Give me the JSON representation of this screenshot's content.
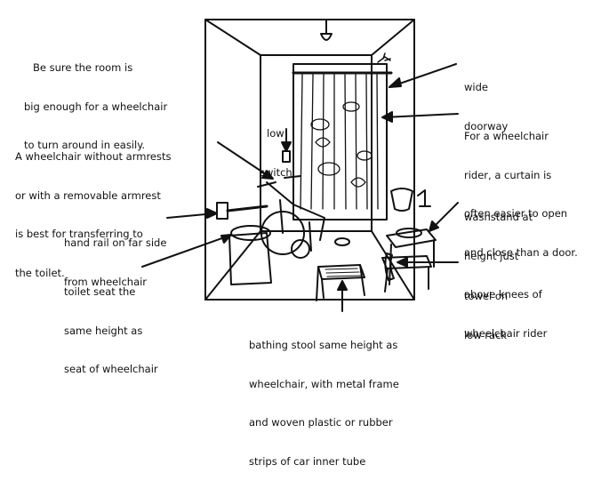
{
  "labels": {
    "room_size": [
      "Be sure the room is",
      "big enough for a wheelchair",
      "to turn around in easily."
    ],
    "wide_doorway": [
      "wide",
      "doorway"
    ],
    "low_switch": [
      "low",
      "switch"
    ],
    "curtain": [
      "For a wheelchair",
      "rider, a curtain is",
      "often easier to open",
      "and close than a door."
    ],
    "wheelchair_armrests": [
      "A wheelchair without armrests",
      "or with a removable armrest",
      "is best for transferring to",
      "the toilet."
    ],
    "washstand": [
      "washstand at",
      "height just",
      "above knees of",
      "wheelchair rider"
    ],
    "hand_rail": [
      "hand rail on far side",
      "from wheelchair"
    ],
    "towel": [
      "towel on",
      "low rack"
    ],
    "toilet_seat": [
      "toilet seat the",
      "same height as",
      "seat of wheelchair"
    ],
    "bathing_stool": [
      "bathing stool same height as",
      "wheelchair, with metal frame",
      "and woven plastic or rubber",
      "strips of car inner tube"
    ]
  }
}
